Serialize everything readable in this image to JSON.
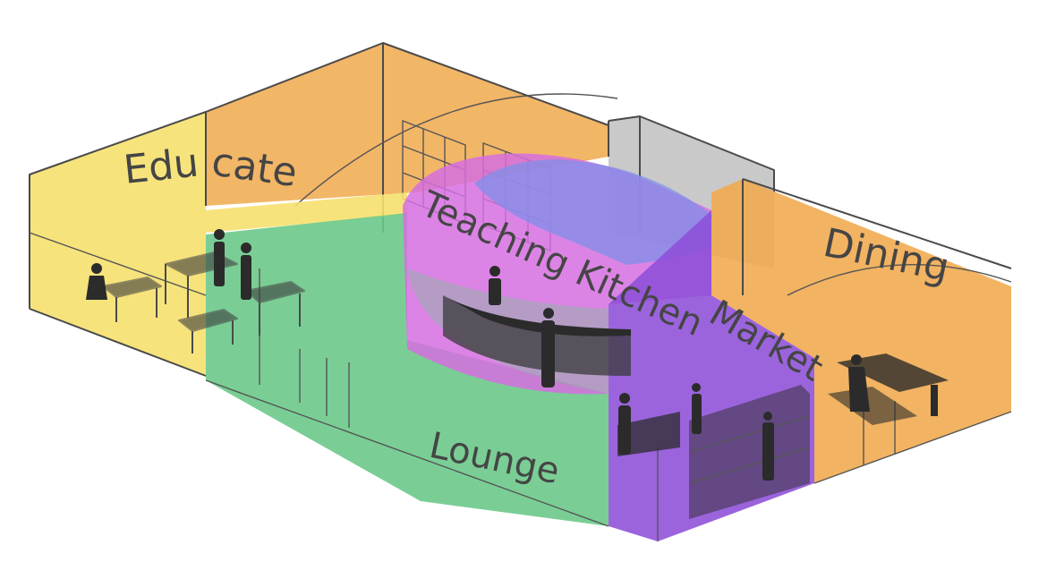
{
  "zones": {
    "educate": {
      "label_part1": "Edu",
      "label_part2": "cate",
      "color": "#f5e06e"
    },
    "teaching_kitchen": {
      "label": "Teaching Kitchen",
      "color": "#d66fe0"
    },
    "dining": {
      "label": "Dining",
      "color": "#f0a94c"
    },
    "market": {
      "label": "Market",
      "color": "#8d4fd8"
    },
    "lounge": {
      "label": "Lounge",
      "color": "#6bc98a"
    },
    "storage": {
      "color": "#9c9c9c"
    }
  }
}
